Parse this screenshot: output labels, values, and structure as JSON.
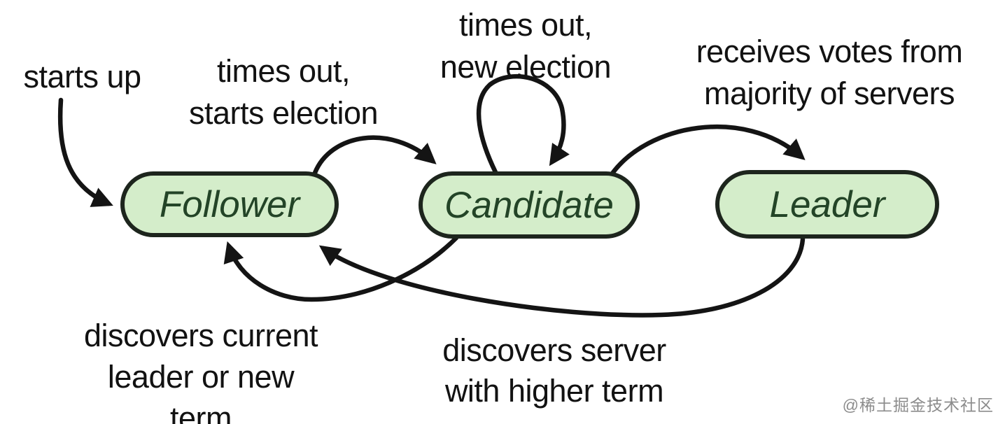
{
  "diagram": {
    "type": "state-machine",
    "subject": "Raft server states",
    "states": [
      {
        "id": "follower",
        "label": "Follower"
      },
      {
        "id": "candidate",
        "label": "Candidate"
      },
      {
        "id": "leader",
        "label": "Leader"
      }
    ],
    "transitions": [
      {
        "id": "starts-up",
        "from": "(start)",
        "to": "follower",
        "label": "starts up"
      },
      {
        "id": "times-out-starts",
        "from": "follower",
        "to": "candidate",
        "label": "times out,\nstarts election"
      },
      {
        "id": "times-out-new",
        "from": "candidate",
        "to": "candidate",
        "label": "times out,\nnew election"
      },
      {
        "id": "receives-votes",
        "from": "candidate",
        "to": "leader",
        "label": "receives votes from\nmajority of servers"
      },
      {
        "id": "discovers-current",
        "from": "candidate",
        "to": "follower",
        "label": "discovers current\nleader or new term"
      },
      {
        "id": "discovers-server",
        "from": "leader",
        "to": "follower",
        "label": "discovers server\nwith higher term"
      }
    ]
  },
  "watermark": "@稀土掘金技术社区",
  "colors": {
    "state_fill": "#d4edca",
    "state_border": "#1d251d",
    "state_text": "#234427",
    "arrow": "#141414",
    "label_text": "#121212",
    "watermark_text": "#8c8c8c",
    "background": "#ffffff"
  }
}
